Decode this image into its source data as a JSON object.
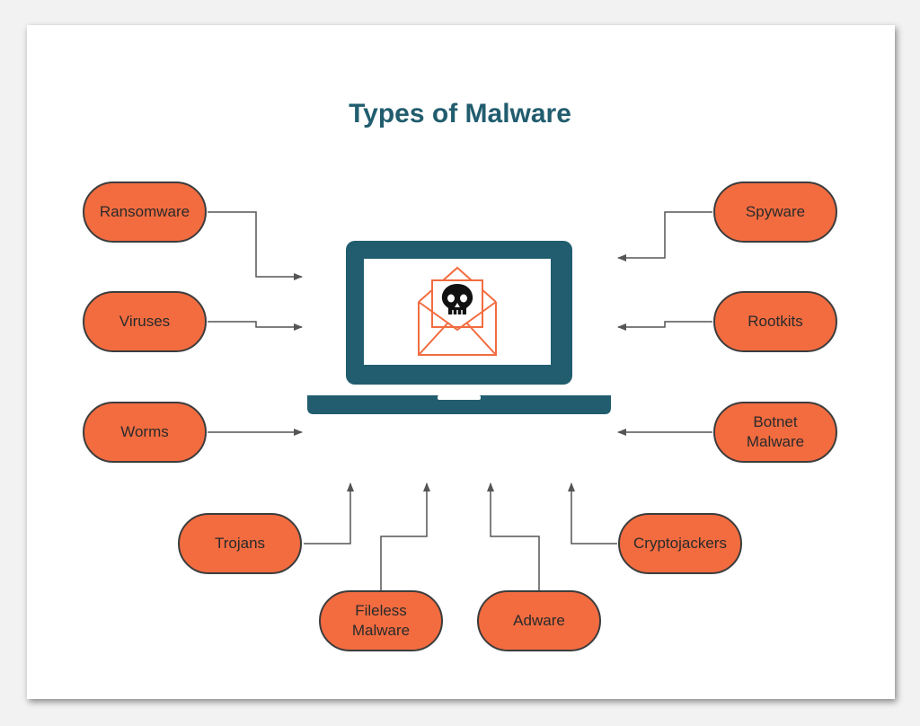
{
  "title": "Types of Malware",
  "colors": {
    "title": "#215d6e",
    "laptop": "#215d6e",
    "pill_fill": "#f26c40",
    "pill_border": "#3c3c3c",
    "envelope": "#f26c40",
    "arrow": "#555555"
  },
  "center_icon": "laptop-with-skull-email-icon",
  "malware_types": [
    {
      "id": "ransomware",
      "label": "Ransomware"
    },
    {
      "id": "viruses",
      "label": "Viruses"
    },
    {
      "id": "worms",
      "label": "Worms"
    },
    {
      "id": "trojans",
      "label": "Trojans"
    },
    {
      "id": "fileless-malware",
      "label": "Fileless\nMalware"
    },
    {
      "id": "adware",
      "label": "Adware"
    },
    {
      "id": "cryptojackers",
      "label": "Cryptojackers"
    },
    {
      "id": "botnet-malware",
      "label": "Botnet\nMalware"
    },
    {
      "id": "rootkits",
      "label": "Rootkits"
    },
    {
      "id": "spyware",
      "label": "Spyware"
    }
  ]
}
